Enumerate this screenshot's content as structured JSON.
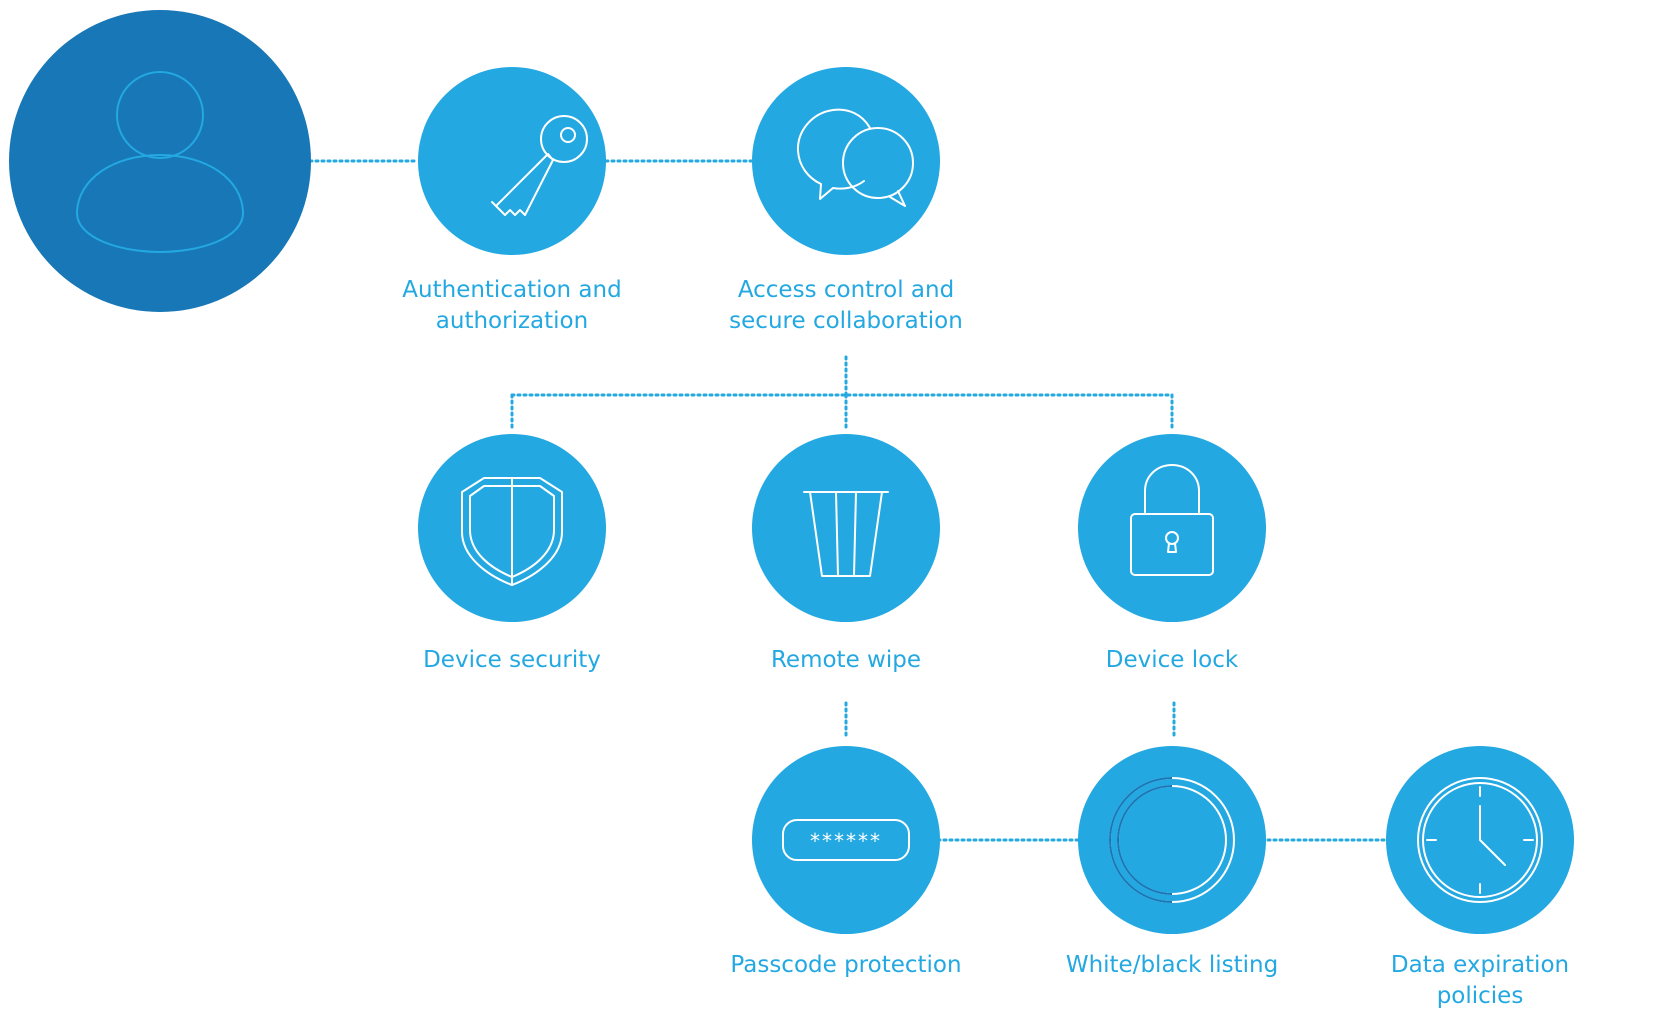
{
  "colors": {
    "user_circle": "#1877b6",
    "node_circle": "#23a8e1",
    "label_text": "#23a8e1",
    "connector": "#23a8e1",
    "icon_stroke": "#ffffff",
    "user_icon_stroke": "#23a8e1"
  },
  "nodes": {
    "user": {
      "icon": "user-icon"
    },
    "authentication": {
      "icon": "key-icon",
      "label_line1": "Authentication and",
      "label_line2": "authorization"
    },
    "access_control": {
      "icon": "chat-bubbles-icon",
      "label_line1": "Access control and",
      "label_line2": "secure collaboration"
    },
    "device_security": {
      "icon": "shield-icon",
      "label": "Device security"
    },
    "remote_wipe": {
      "icon": "trash-can-icon",
      "label": "Remote wipe"
    },
    "device_lock": {
      "icon": "padlock-icon",
      "label": "Device lock"
    },
    "passcode": {
      "icon": "passcode-icon",
      "label": "Passcode protection",
      "masked_text": "******"
    },
    "listing": {
      "icon": "ring-icon",
      "label": "White/black listing"
    },
    "data_expiration": {
      "icon": "clock-icon",
      "label_line1": "Data expiration",
      "label_line2": "policies"
    }
  }
}
